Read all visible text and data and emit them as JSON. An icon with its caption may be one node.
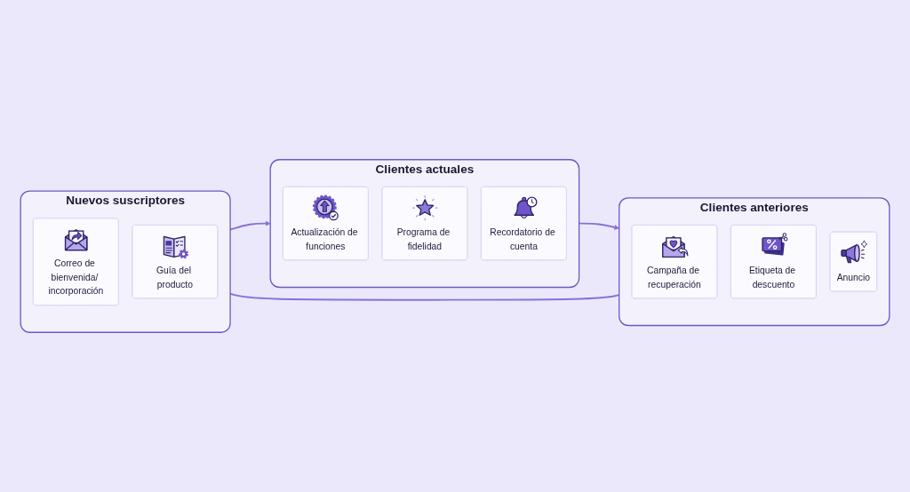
{
  "diagram": {
    "nodes": [
      {
        "text": [
          "Nuevos suscriptores"
        ]
      },
      {
        "text": [
          "Correo de bienvenida/ incorporación"
        ],
        "in": 0
      },
      {
        "text": [
          "Guía del producto"
        ],
        "in": 0
      },
      {
        "text": [
          "Clientes actuales"
        ]
      },
      {
        "text": [
          "Actualización de funciones"
        ],
        "in": 3
      },
      {
        "text": [
          "Programa de fidelidad"
        ],
        "in": 3
      },
      {
        "text": [
          "Recordatorio de cuenta"
        ],
        "in": 3
      },
      {
        "text": [
          "Clientes anteriores"
        ]
      },
      {
        "text": [
          "Campaña de recuperación"
        ],
        "in": 7
      },
      {
        "text": [
          "Etiqueta de descuento"
        ],
        "in": 7
      },
      {
        "text": [
          "Anuncio"
        ],
        "in": 7
      }
    ],
    "edges": [
      {
        "from": 0,
        "to": 3,
        "arrow": "to"
      },
      {
        "from": 3,
        "to": 7,
        "arrow": "to"
      },
      {
        "from": 0,
        "to": 7,
        "arrow": "none"
      }
    ]
  }
}
